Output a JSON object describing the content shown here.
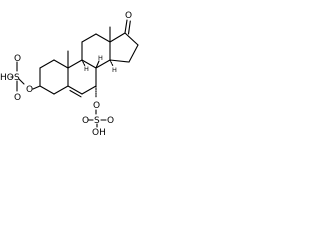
{
  "molecule": {
    "labels": {
      "ketone_oxygen": "O",
      "sulfate_3": {
        "left_hydroxyl": "HO",
        "sulfur": "S",
        "oxo_top": "O",
        "oxo_bottom": "O",
        "ester_oxygen": "O"
      },
      "sulfate_7": {
        "ester_oxygen": "O",
        "sulfur": "S",
        "oxo_left": "O",
        "oxo_right": "O",
        "hydroxyl": "OH"
      },
      "stereo_h": {
        "h8": "H",
        "h9": "H",
        "h14": "H"
      }
    },
    "colors": {
      "ink": "#000000",
      "background": "#ffffff"
    }
  }
}
